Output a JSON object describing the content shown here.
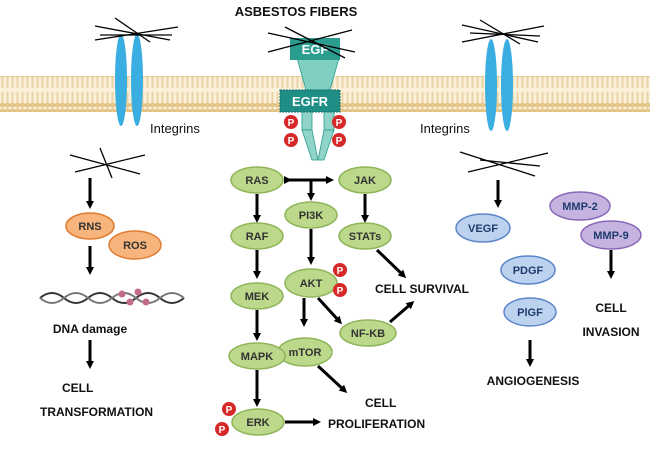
{
  "title": "ASBESTOS FIBERS",
  "integrins_left_label": "Integrins",
  "integrins_right_label": "Integrins",
  "receptor": {
    "ligand": "EGF",
    "receptor": "EGFR",
    "phospho": "P"
  },
  "nodes": {
    "rns": "RNS",
    "ros": "ROS",
    "ras": "RAS",
    "jak": "JAK",
    "pi3k": "PI3K",
    "raf": "RAF",
    "stats": "STATs",
    "akt": "AKT",
    "mek": "MEK",
    "nfkb": "NF-KB",
    "mtor": "mTOR",
    "mapk": "MAPK",
    "erk": "ERK",
    "vegf": "VEGF",
    "pdgf": "PDGF",
    "pigf": "PlGF",
    "mmp2": "MMP-2",
    "mmp9": "MMP-9"
  },
  "labels": {
    "dna_damage": "DNA damage",
    "cell_transformation_1": "CELL",
    "cell_transformation_2": "TRANSFORMATION",
    "cell_survival": "CELL SURVIVAL",
    "cell_proliferation_1": "CELL",
    "cell_proliferation_2": "PROLIFERATION",
    "angiogenesis": "ANGIOGENESIS",
    "cell_invasion_1": "CELL",
    "cell_invasion_2": "INVASION"
  },
  "colors": {
    "membrane": "#f6e3b8",
    "membrane_head": "#e8c98a",
    "integrin": "#3aaee0",
    "egf": "#2a9d8f",
    "egfr": "#1f8f86",
    "green_node": "#bcd88a",
    "green_stroke": "#8fb55a",
    "orange_node": "#f7b47c",
    "orange_stroke": "#e07b30",
    "blue_node": "#bcd2ee",
    "blue_stroke": "#5d86c9",
    "purple_node": "#c7b3e0",
    "purple_stroke": "#8a68b8",
    "phospho": "#d62828"
  }
}
